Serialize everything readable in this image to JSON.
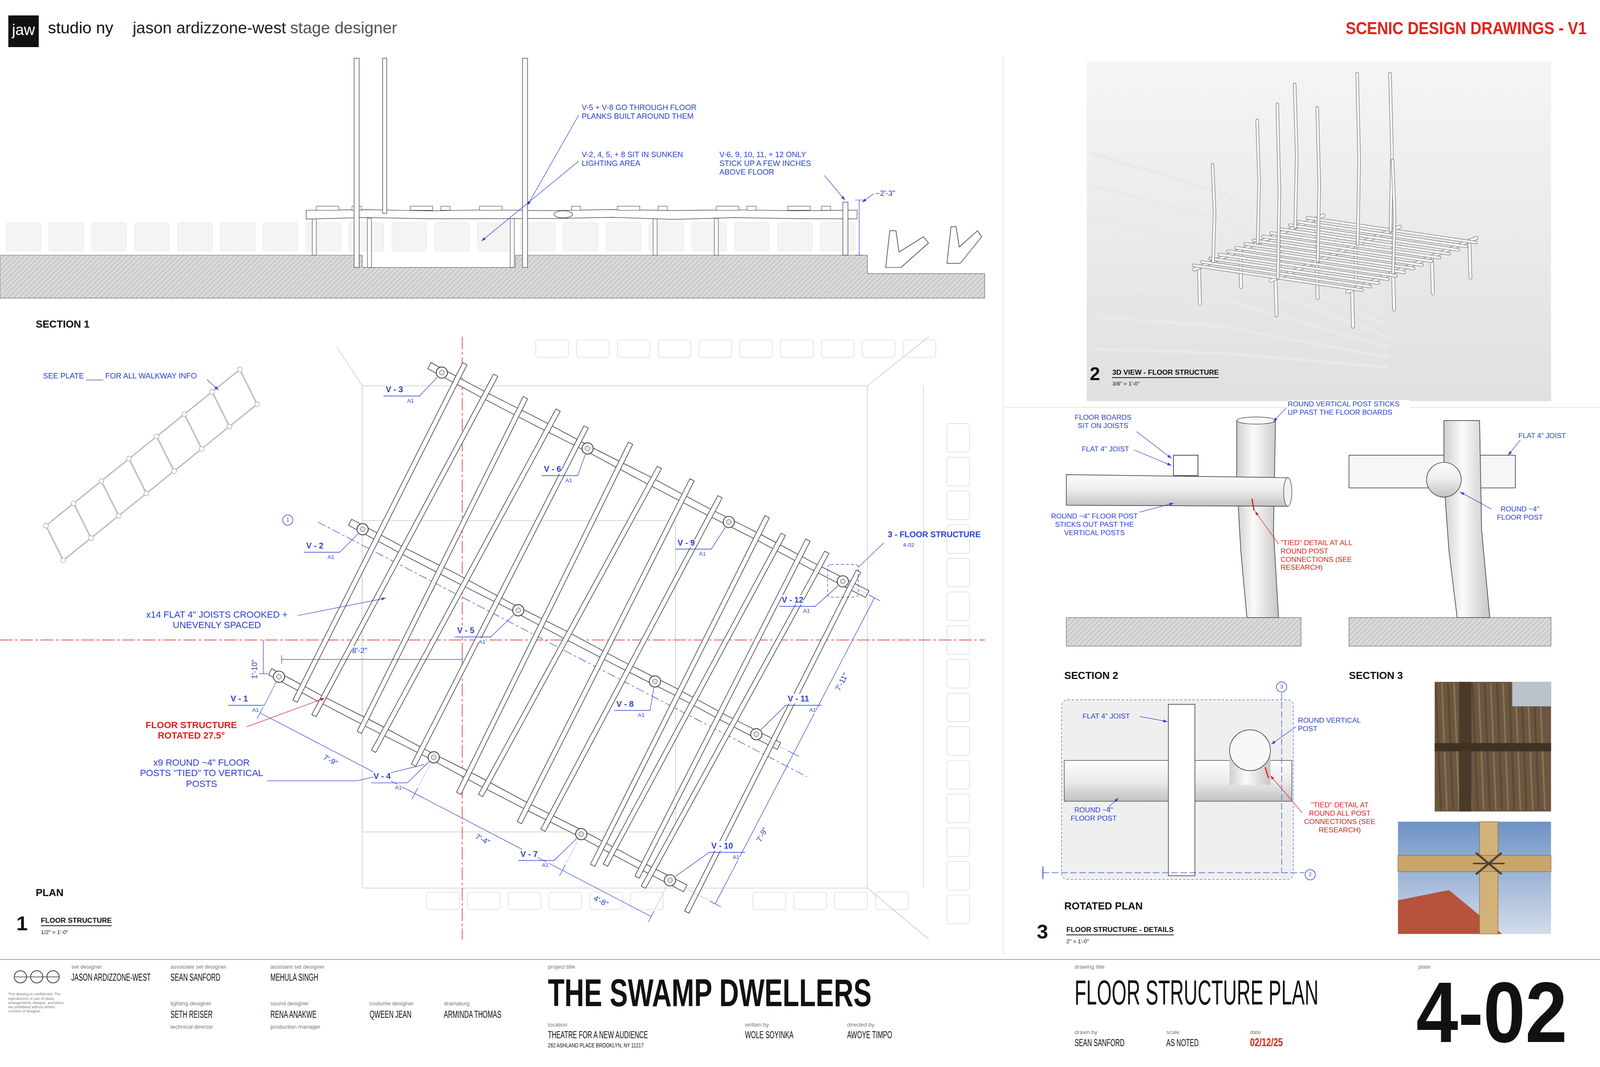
{
  "diagram": {
    "title": "SCENIC DESIGN DRAWINGS - V1",
    "nodes": [
      {
        "text": [
          "jaw"
        ]
      },
      {
        "text": [
          "2",
          "3D VIEW - FLOOR STRUCTURE",
          "3/8\" = 1'-0\""
        ]
      },
      {
        "text": [
          "FLAT 4\" JOIST",
          "ROUND ~4\" FLOOR POST"
        ]
      }
    ],
    "labels": [
      "studio ny",
      "jason ardizzone-west",
      "stage designer",
      "V-5 + V-8 GO THROUGH FLOOR PLANKS BUILT AROUND THEM",
      "V-2, 4, 5, + 8 SIT IN SUNKEN LIGHTING AREA",
      "V-6, 9, 10, 11, + 12 ONLY STICK UP A FEW INCHES ABOVE FLOOR",
      "~2'-3\"",
      "SECTION 1",
      "SEE PLATE ____ FOR ALL WALKWAY INFO",
      "V - 3",
      "A1",
      "V - 6",
      "A1",
      "V - 2",
      "A1",
      "V - 9",
      "A1",
      "V - 5",
      "A1",
      "V - 12",
      "A1",
      "V - 1",
      "A1",
      "V - 8",
      "A1",
      "V - 11",
      "A1",
      "V - 4",
      "A1",
      "V - 7",
      "A1",
      "V - 10",
      "A1",
      "3 - FLOOR STRUCTURE",
      "4-02",
      "x14 FLAT 4\" JOISTS CROOKED + UNEVENLY SPACED",
      "1'-10\"",
      "8'-2\"",
      "FLOOR STRUCTURE ROTATED 27.5°",
      "x9 ROUND ~4\" FLOOR POSTS \"TIED\" TO VERTICAL POSTS",
      "7'-9\"",
      "7'-4\"",
      "4'-8\"",
      "7'-11\"",
      "7'-9\"",
      "1",
      "PLAN",
      "1",
      "FLOOR STRUCTURE",
      "1/2\" = 1'-0\"",
      "FLOOR BOARDS SIT ON JOISTS",
      "FLAT 4\" JOIST",
      "ROUND ~4\" FLOOR POST STICKS OUT PAST THE VERTICAL POSTS",
      "ROUND VERTICAL POST STICKS UP PAST THE FLOOR BOARDS",
      "\"TIED\" DETAIL AT ALL ROUND POST CONNECTIONS (SEE RESEARCH)",
      "SECTION 2",
      "FLAT 4\" JOIST",
      "ROUND ~4\" FLOOR POST",
      "SECTION 3",
      "3",
      "ROUND VERTICAL POST",
      "\"TIED\" DETAIL AT ROUND ALL POST CONNECTIONS (SEE RESEARCH)",
      "2",
      "ROTATED PLAN",
      "3",
      "FLOOR STRUCTURE - DETAILS",
      "2\" = 1'-0\"",
      "This drawing is confidential. The reproduction or use of ideas, arrangements, designs, and plans are prohibited without written consent of designer.",
      "set designer",
      "JASON ARDIZZONE-WEST",
      "associate set designer",
      "SEAN SANFORD",
      "assistant set designer",
      "MEHULA SINGH",
      "lighting designer",
      "SETH REISER",
      "technical director",
      "sound designer",
      "RENA ANAKWE",
      "production manager",
      "costume designer",
      "QWEEN JEAN",
      "dramaturg",
      "ARMINDA THOMAS",
      "project title",
      "THE SWAMP DWELLERS",
      "location",
      "THEATRE FOR A NEW AUDIENCE",
      "262 ASHLAND PLACE BROOKLYN, NY 11217",
      "written by",
      "WOLE SOYINKA",
      "directed by",
      "AWOYE TIMPO",
      "drawing title",
      "FLOOR STRUCTURE PLAN",
      "drawn by",
      "SEAN SANFORD",
      "scale",
      "AS NOTED",
      "date",
      "02/12/25",
      "plate",
      "4-02"
    ]
  }
}
